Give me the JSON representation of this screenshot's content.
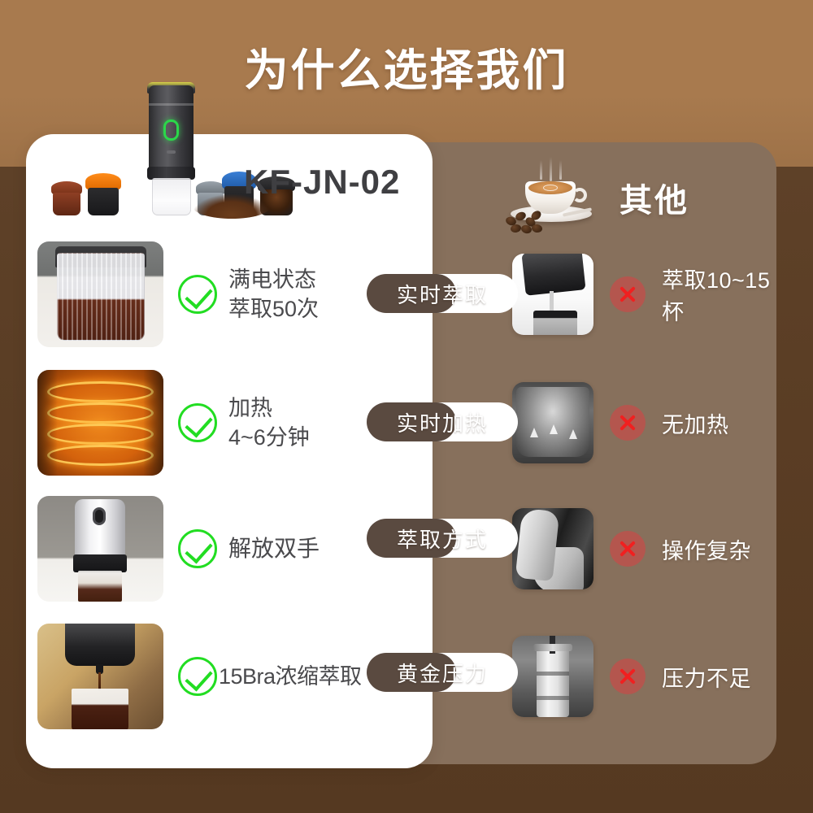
{
  "page": {
    "title": "为什么选择我们",
    "background_top_color": "#a87a4e",
    "background_bottom_color": "#5a3d24",
    "others_panel_color": "#87705c",
    "card_color": "#ffffff",
    "accent_green": "#22dd22",
    "accent_red": "#f02020",
    "badge_inner_color": "#5a4a40",
    "model_text_color": "#3f3f42"
  },
  "product_column": {
    "model": "KF-JN-02",
    "hero_icon": "portable-coffee-machine-with-capsules",
    "features": [
      {
        "icon": "check-circle-icon",
        "thumb": "coffee-in-ribbed-glass-photo",
        "text": "满电状态\n萃取50次"
      },
      {
        "icon": "check-circle-icon",
        "thumb": "heating-coil-photo",
        "text": "加热\n4~6分钟"
      },
      {
        "icon": "check-circle-icon",
        "thumb": "white-machine-brewing-photo",
        "text": "解放双手"
      },
      {
        "icon": "check-circle-icon",
        "thumb": "espresso-pour-photo",
        "text": "15Bra浓缩萃取"
      }
    ]
  },
  "badges": [
    {
      "label": "实时萃取"
    },
    {
      "label": "实时加热"
    },
    {
      "label": "萃取方式"
    },
    {
      "label": "黄金压力"
    }
  ],
  "others_column": {
    "title": "其他",
    "header_icon": "coffee-cup-with-beans",
    "features": [
      {
        "icon": "cross-circle-icon",
        "thumb": "manual-pour-machine-grayscale",
        "text": "萃取10~15杯"
      },
      {
        "icon": "cross-circle-icon",
        "thumb": "cold-brew-chamber-grayscale",
        "text": "无加热"
      },
      {
        "icon": "cross-circle-icon",
        "thumb": "hand-pressing-grayscale",
        "text": "操作复杂"
      },
      {
        "icon": "cross-circle-icon",
        "thumb": "manual-press-grayscale",
        "text": "压力不足"
      }
    ]
  }
}
